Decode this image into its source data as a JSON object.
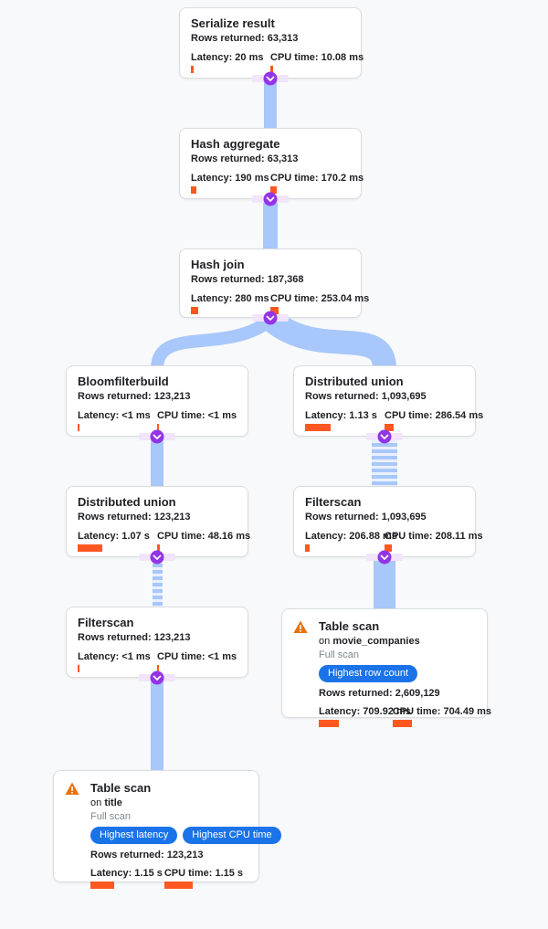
{
  "colors": {
    "background": "#F8F9FA",
    "edge": "#A8C7FA",
    "connector": "#9334E6",
    "connector_strip": "#F1E4FC",
    "metric_bar": "#FF5722",
    "badge": "#1A73E8",
    "warning": "#E8710A",
    "text": "#202124",
    "muted_text": "#80868B",
    "card_border": "#DADCE0"
  },
  "nodes": [
    {
      "title": "Serialize result",
      "rows": "Rows returned: 63,313",
      "latency_text": "Latency: 20 ms",
      "cpu_text": "CPU time: 10.08 ms",
      "latency_bar": 3,
      "cpu_bar": 3
    },
    {
      "title": "Hash aggregate",
      "rows": "Rows returned: 63,313",
      "latency_text": "Latency: 190 ms",
      "cpu_text": "CPU time: 170.2 ms",
      "latency_bar": 6,
      "cpu_bar": 7
    },
    {
      "title": "Hash join",
      "rows": "Rows returned: 187,368",
      "latency_text": "Latency: 280 ms",
      "cpu_text": "CPU time: 253.04 ms",
      "latency_bar": 8,
      "cpu_bar": 9
    },
    {
      "title": "Bloomfilterbuild",
      "rows": "Rows returned: 123,213",
      "latency_text": "Latency: <1 ms",
      "cpu_text": "CPU time: <1 ms",
      "latency_bar": 2,
      "cpu_bar": 2
    },
    {
      "title": "Distributed union",
      "rows": "Rows returned: 1,093,695",
      "latency_text": "Latency: 1.13 s",
      "cpu_text": "CPU time: 286.54 ms",
      "latency_bar": 28,
      "cpu_bar": 10
    },
    {
      "title": "Distributed union",
      "rows": "Rows returned: 123,213",
      "latency_text": "Latency: 1.07 s",
      "cpu_text": "CPU time: 48.16 ms",
      "latency_bar": 27,
      "cpu_bar": 3
    },
    {
      "title": "Filterscan",
      "rows": "Rows returned: 1,093,695",
      "latency_text": "Latency: 206.88 ms",
      "cpu_text": "CPU time: 208.11 ms",
      "latency_bar": 5,
      "cpu_bar": 8
    },
    {
      "title": "Filterscan",
      "rows": "Rows returned: 123,213",
      "latency_text": "Latency: <1 ms",
      "cpu_text": "CPU time: <1 ms",
      "latency_bar": 2,
      "cpu_bar": 2
    },
    {
      "title": "Table scan",
      "on_label": "on",
      "table_name": "movie_companies",
      "scan_type": "Full scan",
      "badges": [
        "Highest row count"
      ],
      "rows": "Rows returned: 2,609,129",
      "latency_text": "Latency: 709.92 ms",
      "cpu_text": "CPU time: 704.49 ms",
      "latency_bar": 22,
      "cpu_bar": 21
    },
    {
      "title": "Table scan",
      "on_label": "on",
      "table_name": "title",
      "scan_type": "Full scan",
      "badges": [
        "Highest latency",
        "Highest CPU time"
      ],
      "rows": "Rows returned: 123,213",
      "latency_text": "Latency: 1.15 s",
      "cpu_text": "CPU time: 1.15 s",
      "latency_bar": 26,
      "cpu_bar": 31
    }
  ]
}
